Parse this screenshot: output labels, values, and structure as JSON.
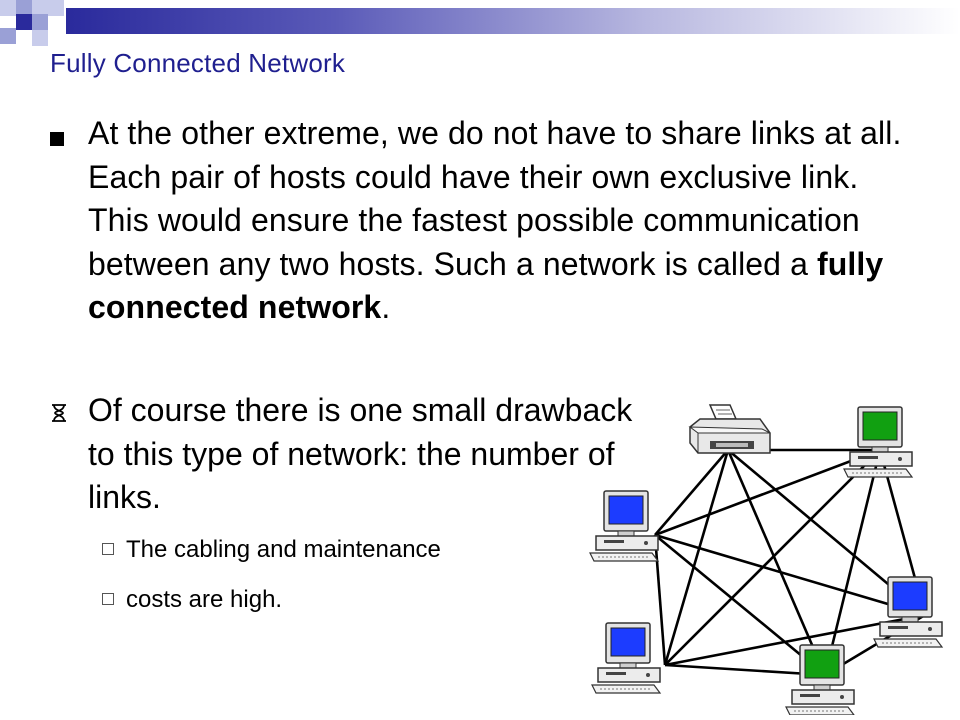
{
  "slide": {
    "title": "Fully Connected Network",
    "bullet1": {
      "text_part1": "At the other extreme, we do not have to share links at all.  Each pair of hosts could have their own exclusive link.  This would ensure the fastest possible communication between any two hosts.  Such a network is called a ",
      "emphasis": "fully connected network",
      "text_part2": "."
    },
    "bullet2": {
      "text": "Of course there is one small drawback to this type of network: the number of links."
    },
    "subbullets": [
      "The cabling and maintenance",
      "costs are high."
    ]
  },
  "colors": {
    "title": "#1f1f8f",
    "accent_dark": "#2a2a9c",
    "accent_light": "#9aa0d6",
    "screen_blue": "#1c3cff",
    "screen_green": "#11a011"
  },
  "diagram": {
    "nodes": [
      "printer",
      "computer-green-top",
      "computer-blue-left",
      "computer-blue-right",
      "computer-blue-bottom-left",
      "computer-green-bottom"
    ]
  }
}
